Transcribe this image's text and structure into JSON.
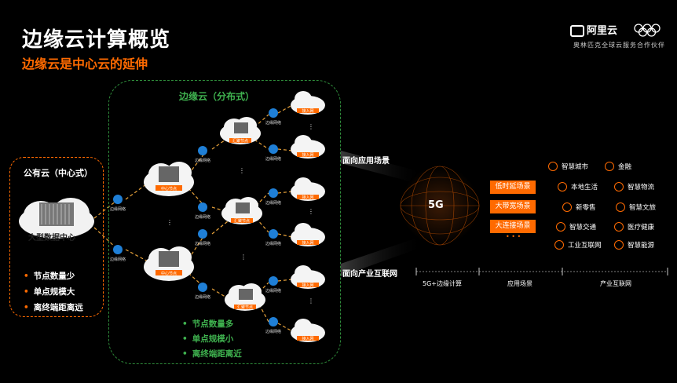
{
  "header": {
    "title": "边缘云计算概览",
    "subtitle": "边缘云是中心云的延伸",
    "logo_text": "阿里云",
    "logo_tagline": "奥林匹克全球云服务合作伙伴"
  },
  "public_cloud": {
    "title": "公有云（中心式）",
    "datacenter_label": "大型数据中心",
    "bullets": [
      "节点数量少",
      "单点规模大",
      "离终端距离远"
    ]
  },
  "edge_cloud": {
    "title": "边缘云（分布式）",
    "network_label": "边缘网络",
    "central_node_label": "中心节点",
    "region_node_label": "汇聚节点",
    "access_node_label": "接入网",
    "bullets": [
      "节点数量多",
      "单点规模小",
      "离终端距离近"
    ]
  },
  "right": {
    "app_scene_label": "面向应用场景",
    "industry_label": "面向产业互联网",
    "center_label": "5G",
    "scenarios": [
      "低时延场景",
      "大带宽场景",
      "大连接场景"
    ],
    "more": "• • •",
    "apps": [
      {
        "label": "智慧城市",
        "icon": "city-icon"
      },
      {
        "label": "金融",
        "icon": "finance-icon"
      },
      {
        "label": "本地生活",
        "icon": "coffee-icon"
      },
      {
        "label": "智慧物流",
        "icon": "truck-icon"
      },
      {
        "label": "新零售",
        "icon": "retail-icon"
      },
      {
        "label": "智慧文旅",
        "icon": "travel-icon"
      },
      {
        "label": "智慧交通",
        "icon": "traffic-icon"
      },
      {
        "label": "医疗健康",
        "icon": "medical-icon"
      },
      {
        "label": "工业互联网",
        "icon": "gear-icon"
      },
      {
        "label": "智慧能源",
        "icon": "energy-icon"
      }
    ],
    "axis": [
      "5G+边缘计算",
      "应用场景",
      "产业互联网"
    ]
  },
  "colors": {
    "accent": "#ff6a00",
    "edge_green": "#3fb24f",
    "link_blue": "#1f7fd6"
  }
}
